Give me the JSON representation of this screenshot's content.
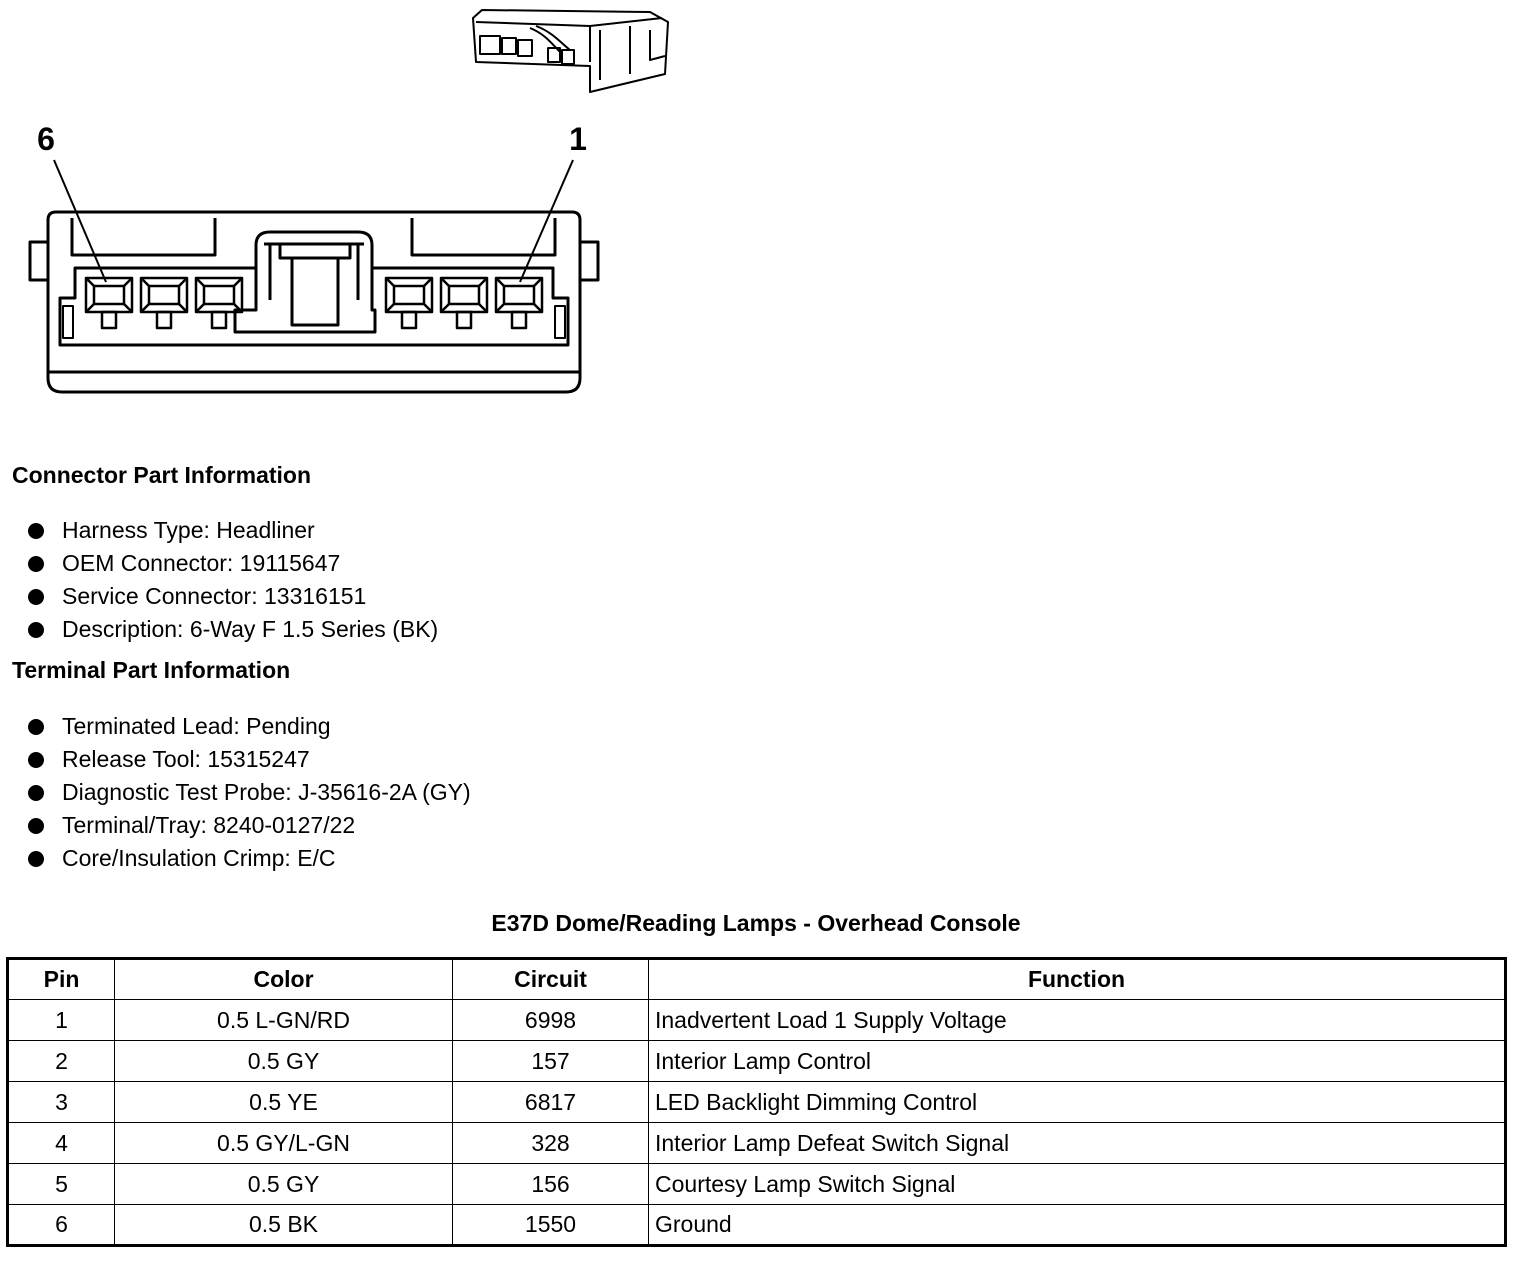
{
  "diagram": {
    "pin_left_label": "6",
    "pin_right_label": "1"
  },
  "connector_info": {
    "heading": "Connector Part Information",
    "items": [
      "Harness Type: Headliner",
      "OEM Connector: 19115647",
      "Service Connector: 13316151",
      "Description: 6-Way F 1.5 Series (BK)"
    ]
  },
  "terminal_info": {
    "heading": "Terminal Part Information",
    "items": [
      "Terminated Lead: Pending",
      "Release Tool: 15315247",
      "Diagnostic Test Probe: J-35616-2A (GY)",
      "Terminal/Tray: 8240-0127/22",
      "Core/Insulation Crimp: E/C"
    ]
  },
  "table": {
    "title": "E37D Dome/Reading Lamps - Overhead Console",
    "headers": {
      "pin": "Pin",
      "color": "Color",
      "circuit": "Circuit",
      "function": "Function"
    },
    "rows": [
      {
        "pin": "1",
        "color": "0.5 L-GN/RD",
        "circuit": "6998",
        "function": "Inadvertent Load 1 Supply Voltage"
      },
      {
        "pin": "2",
        "color": "0.5 GY",
        "circuit": "157",
        "function": "Interior Lamp Control"
      },
      {
        "pin": "3",
        "color": "0.5 YE",
        "circuit": "6817",
        "function": "LED Backlight Dimming Control"
      },
      {
        "pin": "4",
        "color": "0.5 GY/L-GN",
        "circuit": "328",
        "function": "Interior Lamp Defeat Switch Signal"
      },
      {
        "pin": "5",
        "color": "0.5 GY",
        "circuit": "156",
        "function": "Courtesy Lamp Switch Signal"
      },
      {
        "pin": "6",
        "color": "0.5 BK",
        "circuit": "1550",
        "function": "Ground"
      }
    ]
  }
}
